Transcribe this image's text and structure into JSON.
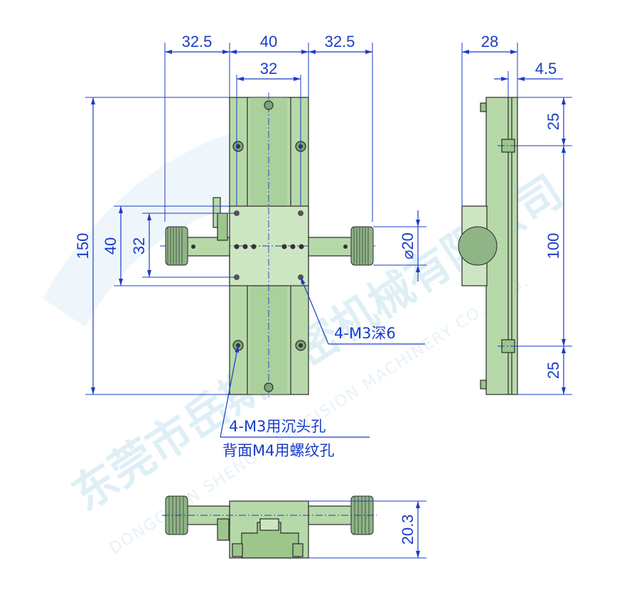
{
  "drawing": {
    "dimensions": {
      "top_left": "32.5",
      "top_mid": "40",
      "top_right": "32.5",
      "top_inner": "32",
      "side_width": "28",
      "side_step": "4.5",
      "total_length": "150",
      "carriage_length": "40",
      "hole_spacing": "32",
      "knob_dia": "⌀20",
      "side_top": "25",
      "side_mid": "100",
      "side_bottom": "25",
      "height": "20.3"
    },
    "notes": {
      "tapped_holes": "4-M3深6",
      "counterbore_line1": "4-M3用沉头孔",
      "counterbore_line2": "背面M4用螺纹孔"
    },
    "watermark": {
      "chinese": "东莞市岳斯精密机械有限公司",
      "english": "DONGGUAN SHENGSI PRECISION MACHINERY CO., LTD."
    },
    "colors": {
      "dimension": "#1a3cc8",
      "body": "#b7d9a9",
      "watermark": "#dfeff6"
    }
  }
}
